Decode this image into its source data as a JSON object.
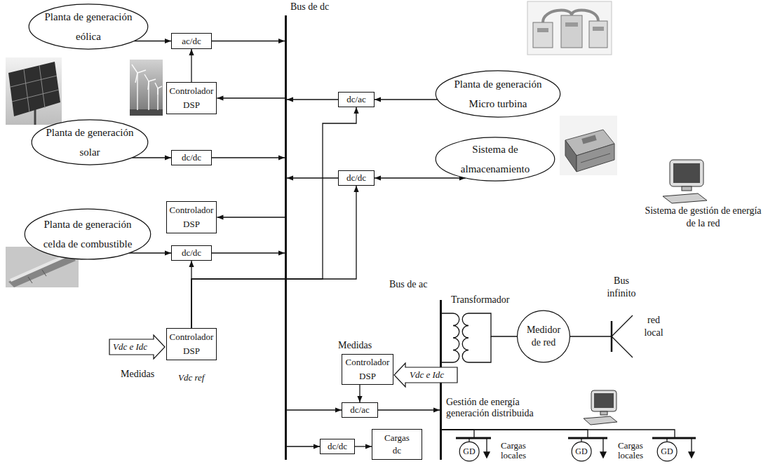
{
  "diagram": {
    "nodes": [
      {
        "text": [
          "Planta de generación eólica"
        ]
      },
      {
        "text": [
          "ac/dc"
        ]
      },
      {
        "text": [
          "Controlador DSP"
        ]
      },
      {
        "text": [
          "Planta de generación solar"
        ]
      },
      {
        "text": [
          "dc/dc"
        ]
      },
      {
        "text": [
          "Controlador DSP"
        ]
      },
      {
        "text": [
          "Planta de generación celda de combustible"
        ]
      },
      {
        "text": [
          "dc/dc"
        ]
      },
      {
        "text": [
          "Controlador DSP"
        ]
      },
      {
        "text": [
          "Bus de dc"
        ]
      },
      {
        "text": [
          "Planta de generación Micro turbina"
        ]
      },
      {
        "text": [
          "dc/ac"
        ]
      },
      {
        "text": [
          "Sistema de almacenamiento"
        ]
      },
      {
        "text": [
          "dc/dc"
        ]
      },
      {
        "text": [
          "Bus de ac"
        ]
      },
      {
        "text": [
          "Medidor de red"
        ]
      },
      {
        "text": [
          "Controlador DSP"
        ]
      },
      {
        "text": [
          "dc/ac"
        ]
      },
      {
        "text": [
          "dc/dc"
        ]
      },
      {
        "text": [
          "Cargas dc"
        ]
      },
      {
        "text": [
          "GD"
        ]
      },
      {
        "text": [
          "GD"
        ]
      },
      {
        "text": [
          "GD"
        ]
      }
    ],
    "edges": [
      {
        "from": 0,
        "to": 1,
        "arrow": "to"
      },
      {
        "from": 1,
        "to": 9,
        "arrow": "to"
      },
      {
        "from": 9,
        "to": 2,
        "arrow": "to"
      },
      {
        "from": 2,
        "to": 1,
        "arrow": "to"
      },
      {
        "from": 3,
        "to": 4,
        "arrow": "to"
      },
      {
        "from": 4,
        "to": 9,
        "arrow": "to"
      },
      {
        "from": 10,
        "to": 11,
        "arrow": "to"
      },
      {
        "from": 11,
        "to": 9,
        "arrow": "to"
      },
      {
        "from": 12,
        "to": 13,
        "arrow": "both"
      },
      {
        "from": 13,
        "to": 9,
        "arrow": "to"
      },
      {
        "from": 9,
        "to": 5,
        "arrow": "to"
      },
      {
        "from": 6,
        "to": 7,
        "arrow": "to"
      },
      {
        "from": 7,
        "to": 9,
        "arrow": "to"
      },
      {
        "from": 8,
        "to": 7,
        "arrow": "to"
      },
      {
        "from": 8,
        "to": 11,
        "arrow": "to"
      },
      {
        "from": 8,
        "to": 13,
        "arrow": "to"
      },
      {
        "from": 9,
        "to": 17,
        "arrow": "to"
      },
      {
        "from": 16,
        "to": 17,
        "arrow": "to"
      },
      {
        "from": 17,
        "to": 14,
        "arrow": "to"
      },
      {
        "from": 9,
        "to": 18,
        "arrow": "to"
      },
      {
        "from": 18,
        "to": 19,
        "arrow": "to"
      },
      {
        "from": 14,
        "to": 20,
        "arrow": "none"
      },
      {
        "from": 14,
        "to": 21,
        "arrow": "none"
      },
      {
        "from": 14,
        "to": 22,
        "arrow": "none"
      }
    ],
    "labels": [
      "Bus infinito",
      "Sistema de gestión de energía de la red",
      "Transformador",
      "red local",
      "Medidas",
      "Vdc e Idc",
      "Vdc e Idc",
      "Medidas",
      "Vdc ref",
      "Gestión de energía generación distribuida",
      "Cargas locales",
      "Cargas locales"
    ]
  }
}
